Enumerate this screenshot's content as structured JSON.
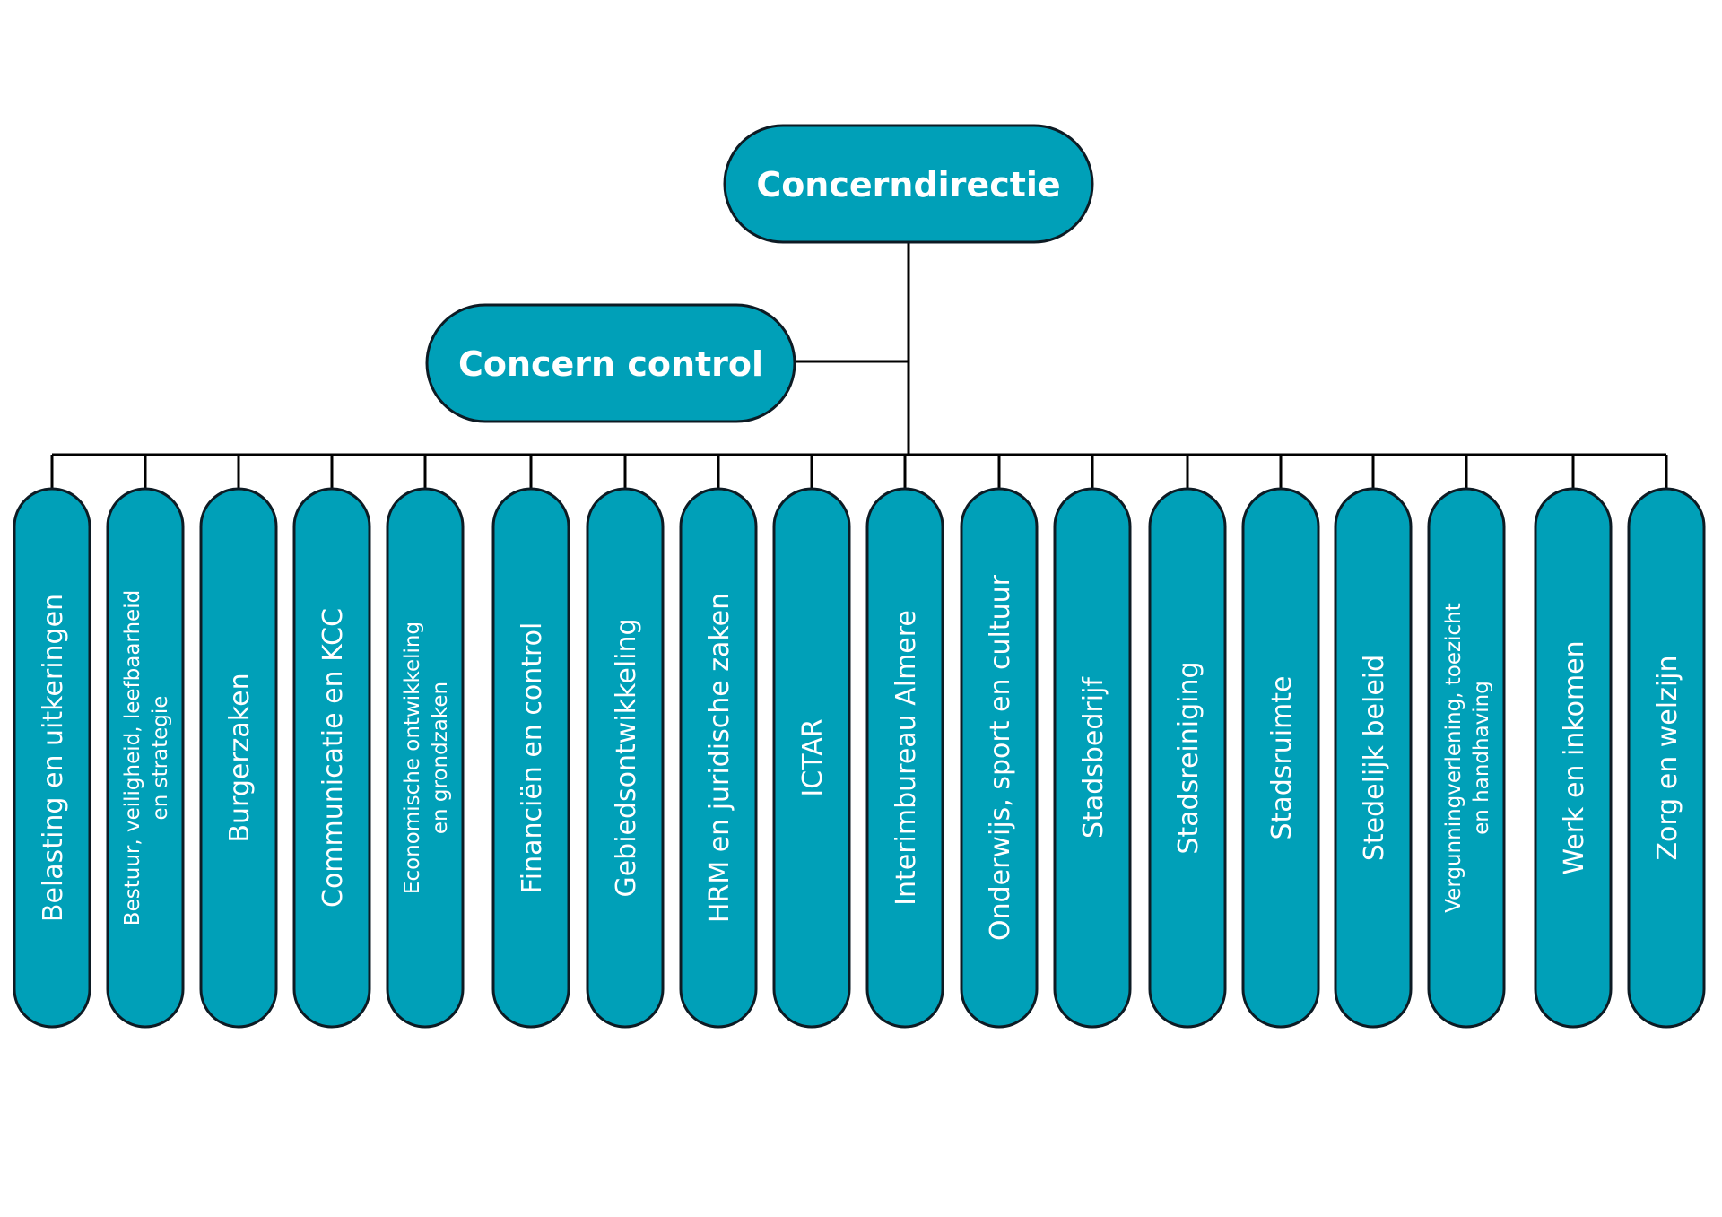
{
  "colors": {
    "box_fill": "#00a0b8",
    "box_stroke": "#0d1b24",
    "line": "#000000",
    "text": "#ffffff"
  },
  "top": {
    "label": "Concerndirectie"
  },
  "staff": {
    "label": "Concern control"
  },
  "units": [
    {
      "id": "belasting",
      "lines": [
        "Belasting en uitkeringen"
      ]
    },
    {
      "id": "bestuur",
      "lines": [
        "Bestuur, veiligheid, leefbaarheid",
        "en strategie"
      ]
    },
    {
      "id": "burgerzaken",
      "lines": [
        "Burgerzaken"
      ]
    },
    {
      "id": "communicatie",
      "lines": [
        "Communicatie en KCC"
      ]
    },
    {
      "id": "economische",
      "lines": [
        "Economische ontwikkeling",
        "en grondzaken"
      ]
    },
    {
      "id": "financien",
      "lines": [
        "Financiën en control"
      ]
    },
    {
      "id": "gebiedsontwikkeling",
      "lines": [
        "Gebiedsontwikkeling"
      ]
    },
    {
      "id": "hrm",
      "lines": [
        "HRM en juridische zaken"
      ]
    },
    {
      "id": "ictar",
      "lines": [
        "ICTAR"
      ]
    },
    {
      "id": "interimbureau",
      "lines": [
        "Interimbureau Almere"
      ]
    },
    {
      "id": "onderwijs",
      "lines": [
        "Onderwijs, sport en cultuur"
      ]
    },
    {
      "id": "stadsbedrijf",
      "lines": [
        "Stadsbedrijf"
      ]
    },
    {
      "id": "stadsreiniging",
      "lines": [
        "Stadsreiniging"
      ]
    },
    {
      "id": "stadsruimte",
      "lines": [
        "Stadsruimte"
      ]
    },
    {
      "id": "stedelijk",
      "lines": [
        "Stedelijk beleid"
      ]
    },
    {
      "id": "vergunningverlening",
      "lines": [
        "Vergunningverlening, toezicht",
        "en handhaving"
      ]
    },
    {
      "id": "werk",
      "lines": [
        "Werk en inkomen"
      ]
    },
    {
      "id": "zorg",
      "lines": [
        "Zorg en welzijn"
      ]
    }
  ]
}
